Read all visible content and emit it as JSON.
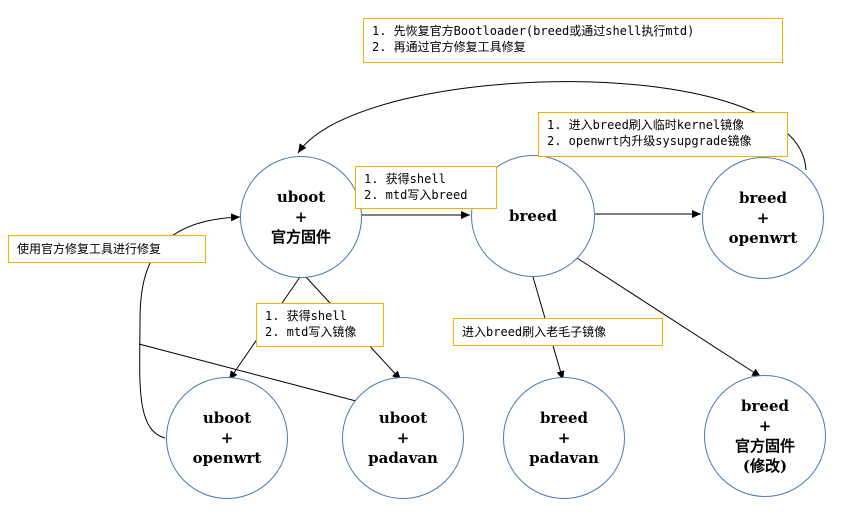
{
  "nodes": {
    "uboot_stock": [
      "uboot",
      "+",
      "官方固件"
    ],
    "breed": [
      "breed"
    ],
    "breed_openwrt": [
      "breed",
      "+",
      "openwrt"
    ],
    "uboot_openwrt": [
      "uboot",
      "+",
      "openwrt"
    ],
    "uboot_padavan": [
      "uboot",
      "+",
      "padavan"
    ],
    "breed_padavan": [
      "breed",
      "+",
      "padavan"
    ],
    "breed_stock_mod": [
      "breed",
      "+",
      "官方固件",
      "(修改)"
    ]
  },
  "notes": {
    "restore": [
      "1. 先恢复官方Bootloader(breed或通过shell执行mtd)",
      "2. 再通过官方修复工具修复"
    ],
    "breed_kernel": [
      "1. 进入breed刷入临时kernel镜像",
      "2. openwrt内升级sysupgrade镜像"
    ],
    "get_shell_breed": [
      "1. 获得shell",
      "2. mtd写入breed"
    ],
    "official_repair": [
      "使用官方修复工具进行修复"
    ],
    "get_shell_image": [
      "1. 获得shell",
      "2. mtd写入镜像"
    ],
    "breed_laomaozi": [
      "进入breed刷入老毛子镜像"
    ]
  },
  "colors": {
    "node_border": "#4a7ab5",
    "note_border": "#f0b400",
    "edge": "#000000"
  }
}
